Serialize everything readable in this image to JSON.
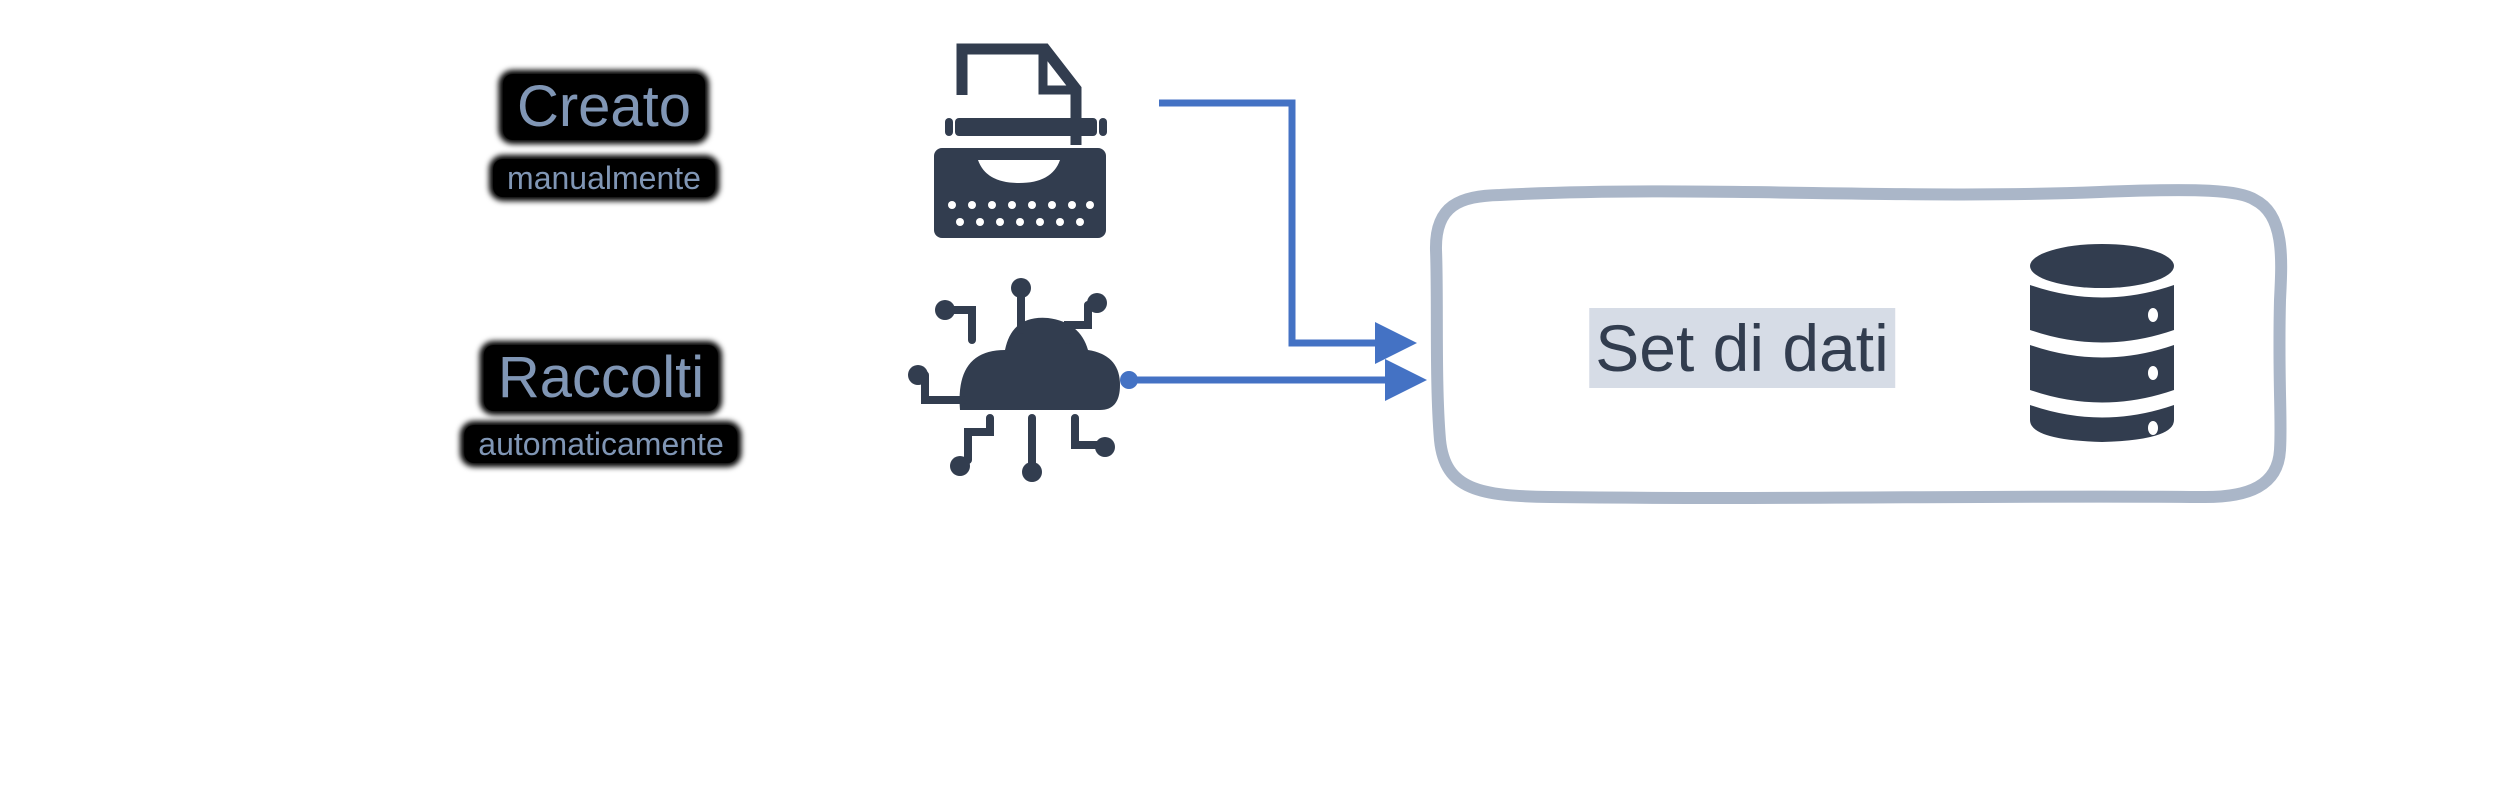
{
  "sources": [
    {
      "title": "Creato",
      "subtitle": "manualmente",
      "icon": "typewriter-icon"
    },
    {
      "title": "Raccolti",
      "subtitle": "automaticamente",
      "icon": "cloud-network-icon"
    }
  ],
  "target": {
    "label": "Set di dati",
    "icon": "database-icon"
  },
  "colors": {
    "icon": "#323d4f",
    "arrow": "#4472c4",
    "box_border": "#aab6c8",
    "label_text": "#8096b5"
  }
}
